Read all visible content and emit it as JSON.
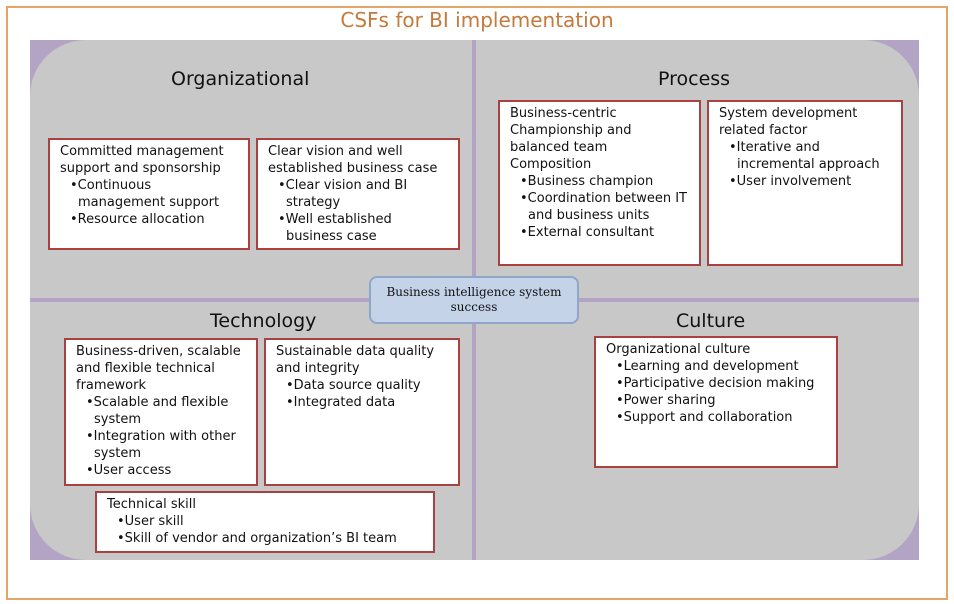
{
  "title": "CSFs for BI implementation",
  "center_label": "Business intelligence system success",
  "quadrants": {
    "organizational": {
      "heading": "Organizational",
      "boxes": [
        {
          "title": "Committed management support and sponsorship",
          "items": [
            "Continuous management support",
            "Resource allocation"
          ]
        },
        {
          "title": "Clear vision and well established business case",
          "items": [
            "Clear vision and BI strategy",
            "Well established business case"
          ]
        }
      ]
    },
    "process": {
      "heading": "Process",
      "boxes": [
        {
          "title": "Business-centric Championship and balanced team Composition",
          "items": [
            "Business champion",
            "Coordination between IT and business units",
            "External consultant"
          ]
        },
        {
          "title": "System development related factor",
          "items": [
            "Iterative and incremental approach",
            "User involvement"
          ]
        }
      ]
    },
    "technology": {
      "heading": "Technology",
      "boxes": [
        {
          "title": "Business-driven, scalable and flexible technical framework",
          "items": [
            "Scalable and flexible system",
            "Integration with other system",
            "User access"
          ]
        },
        {
          "title": "Sustainable data quality and integrity",
          "items": [
            "Data source quality",
            "Integrated data"
          ]
        },
        {
          "title": "Technical skill",
          "items": [
            "User skill",
            "Skill of vendor and organization’s BI team"
          ]
        }
      ]
    },
    "culture": {
      "heading": "Culture",
      "boxes": [
        {
          "title": "Organizational culture",
          "items": [
            "Learning and development",
            "Participative decision making",
            "Power sharing",
            "Support and collaboration"
          ]
        }
      ]
    }
  },
  "colors": {
    "frame_border": "#e2a668",
    "title_text": "#c47a3a",
    "quadrant_fill": "#c8c8c8",
    "band_fill": "#b3a4c6",
    "box_border": "#a8413f",
    "center_fill": "#c5d3e8"
  }
}
